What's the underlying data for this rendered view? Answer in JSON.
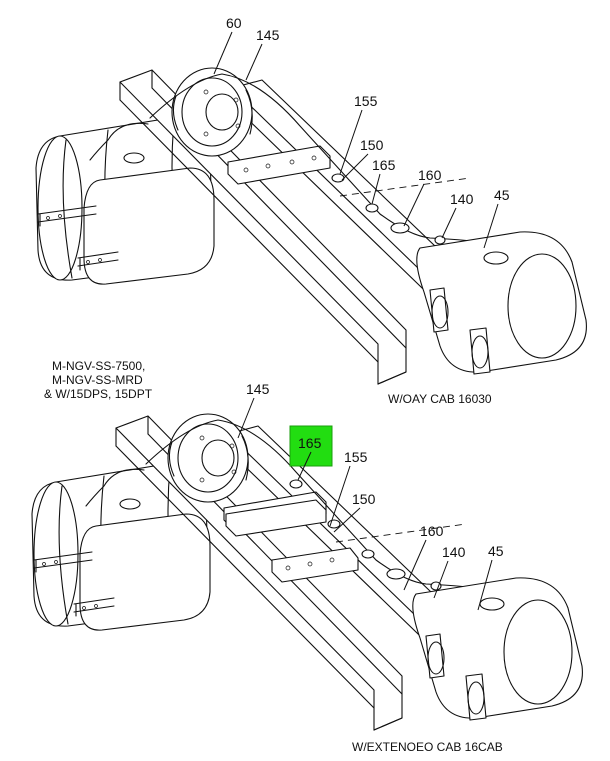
{
  "diagram_top": {
    "callouts": [
      "60",
      "145",
      "155",
      "150",
      "165",
      "160",
      "140",
      "45"
    ],
    "captions": {
      "left": [
        "M-NGV-SS-7500,",
        "M-NGV-SS-MRD",
        "& W/15DPS, 15DPT"
      ],
      "right": "W/OAY CAB 16030"
    }
  },
  "diagram_bottom": {
    "highlighted_callout": "165",
    "highlight_color": "#22dd11",
    "callouts": [
      "145",
      "155",
      "150",
      "160",
      "140",
      "45"
    ],
    "caption": "W/EXTENOEO CAB 16CAB"
  }
}
